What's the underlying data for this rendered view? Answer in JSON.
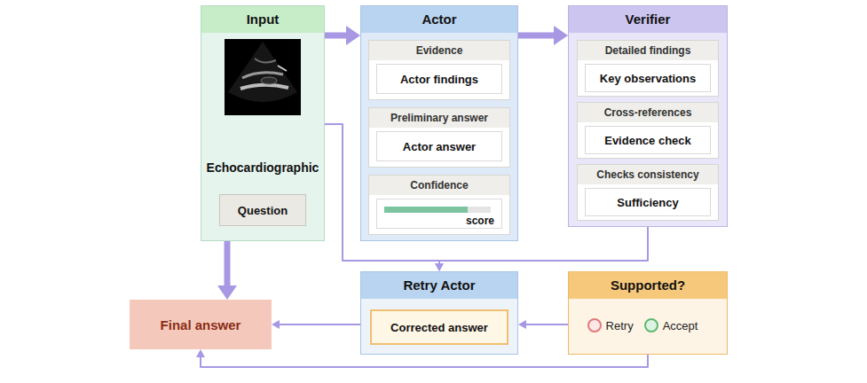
{
  "diagram": {
    "nodes": [
      {
        "text": [
          "Input",
          "Echocardiographic"
        ]
      },
      {
        "text": [
          "Question"
        ],
        "in": 0
      },
      {
        "text": [
          "Actor"
        ]
      },
      {
        "text": [
          "Evidence"
        ],
        "in": 2
      },
      {
        "text": [
          "Actor findings"
        ],
        "in": 3
      },
      {
        "text": [
          "Preliminary answer"
        ],
        "in": 2
      },
      {
        "text": [
          "Actor answer"
        ],
        "in": 5
      },
      {
        "text": [
          "Confidence"
        ],
        "in": 2
      },
      {
        "text": [
          "score"
        ],
        "in": 7
      },
      {
        "text": [
          "Verifier"
        ]
      },
      {
        "text": [
          "Detailed findings"
        ],
        "in": 9
      },
      {
        "text": [
          "Key observations"
        ],
        "in": 10
      },
      {
        "text": [
          "Cross-references"
        ],
        "in": 9
      },
      {
        "text": [
          "Evidence check"
        ],
        "in": 12
      },
      {
        "text": [
          "Checks consistency"
        ],
        "in": 9
      },
      {
        "text": [
          "Sufficiency"
        ],
        "in": 14
      },
      {
        "text": [
          "Retry Actor"
        ]
      },
      {
        "text": [
          "Corrected answer"
        ],
        "in": 16
      },
      {
        "text": [
          "Supported?",
          "Retry",
          "Accept"
        ]
      },
      {
        "text": [
          "Final answer"
        ]
      }
    ],
    "edges": [
      {
        "from": 0,
        "to": 2,
        "arrow": "to"
      },
      {
        "from": 2,
        "to": 9,
        "arrow": "to"
      },
      {
        "from": 0,
        "to": 19,
        "arrow": "to"
      },
      {
        "from": 0,
        "to": 16,
        "arrow": "to"
      },
      {
        "from": 9,
        "to": 16,
        "arrow": "to"
      },
      {
        "from": 18,
        "to": 16,
        "arrow": "to"
      },
      {
        "from": 16,
        "to": 19,
        "arrow": "to"
      },
      {
        "from": 18,
        "to": 19,
        "arrow": "to"
      }
    ]
  }
}
